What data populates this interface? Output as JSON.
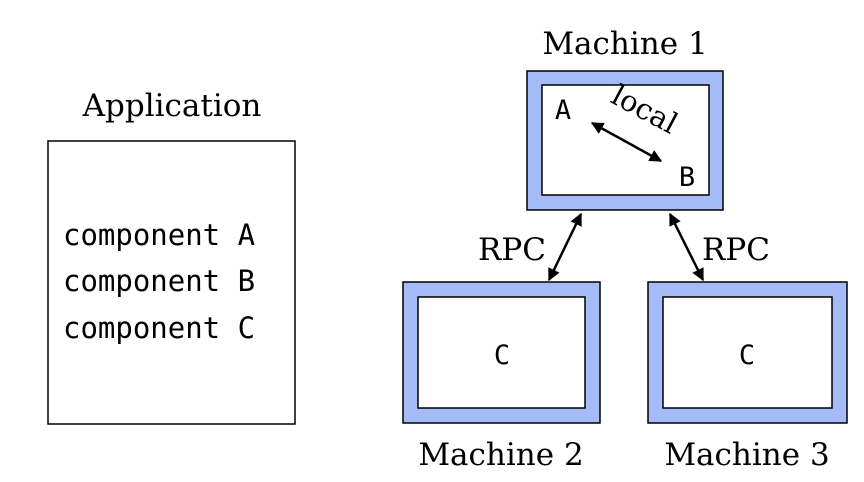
{
  "application": {
    "title": "Application",
    "components": [
      "component A",
      "component B",
      "component C"
    ]
  },
  "machines": [
    {
      "label": "Machine 1",
      "inner": [
        "A",
        "B"
      ]
    },
    {
      "label": "Machine 2",
      "inner": [
        "C"
      ]
    },
    {
      "label": "Machine 3",
      "inner": [
        "C"
      ]
    }
  ],
  "connections": {
    "local_label": "local",
    "rpc_left_label": "RPC",
    "rpc_right_label": "RPC"
  },
  "colors": {
    "machine_fill": "#a4bbf7",
    "stroke": "#000000",
    "background": "#ffffff"
  }
}
